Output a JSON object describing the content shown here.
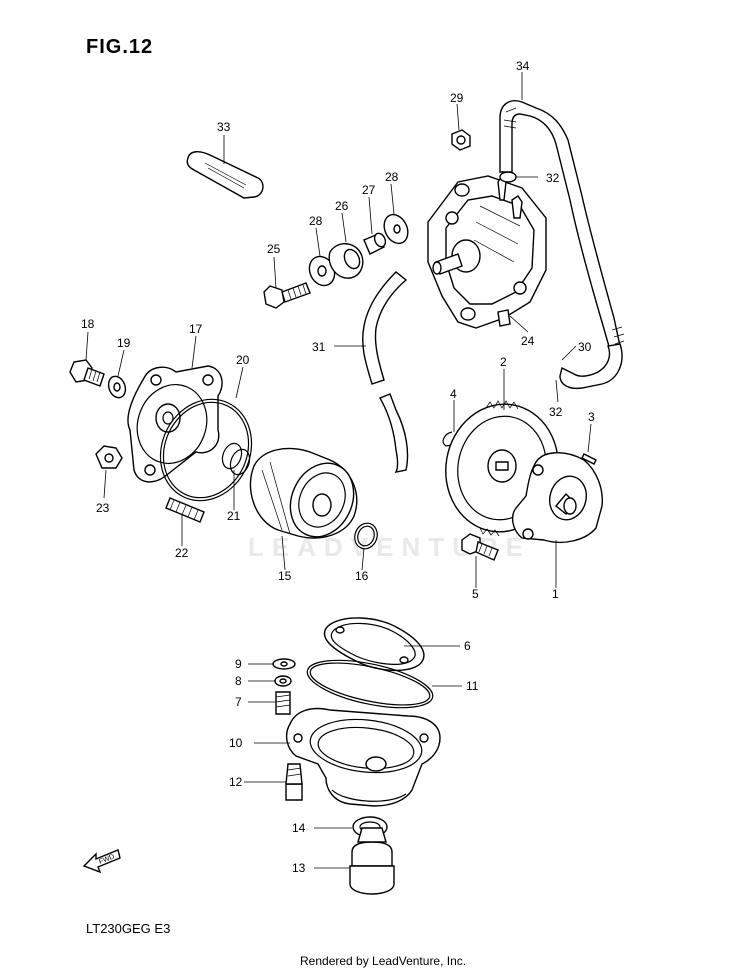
{
  "figure": {
    "title": "FIG.12",
    "model_code": "LT230GEG  E3",
    "credit": "Rendered by LeadVenture, Inc.",
    "watermark": "LEADVENTURE",
    "fwd_label": "FWD"
  },
  "callouts": {
    "c1": "1",
    "c2": "2",
    "c3": "3",
    "c4": "4",
    "c5": "5",
    "c6": "6",
    "c7": "7",
    "c8": "8",
    "c9": "9",
    "c10": "10",
    "c11": "11",
    "c12": "12",
    "c13": "13",
    "c14": "14",
    "c15": "15",
    "c16": "16",
    "c17": "17",
    "c18": "18",
    "c19": "19",
    "c20": "20",
    "c21": "21",
    "c22": "22",
    "c23": "23",
    "c24": "24",
    "c25": "25",
    "c26": "26",
    "c27": "27",
    "c28a": "28",
    "c28b": "28",
    "c29": "29",
    "c30": "30",
    "c31": "31",
    "c32a": "32",
    "c32b": "32",
    "c33": "33",
    "c34": "34"
  },
  "colors": {
    "line": "#000000",
    "paper": "#ffffff",
    "watermark": "#e9e9e9"
  }
}
